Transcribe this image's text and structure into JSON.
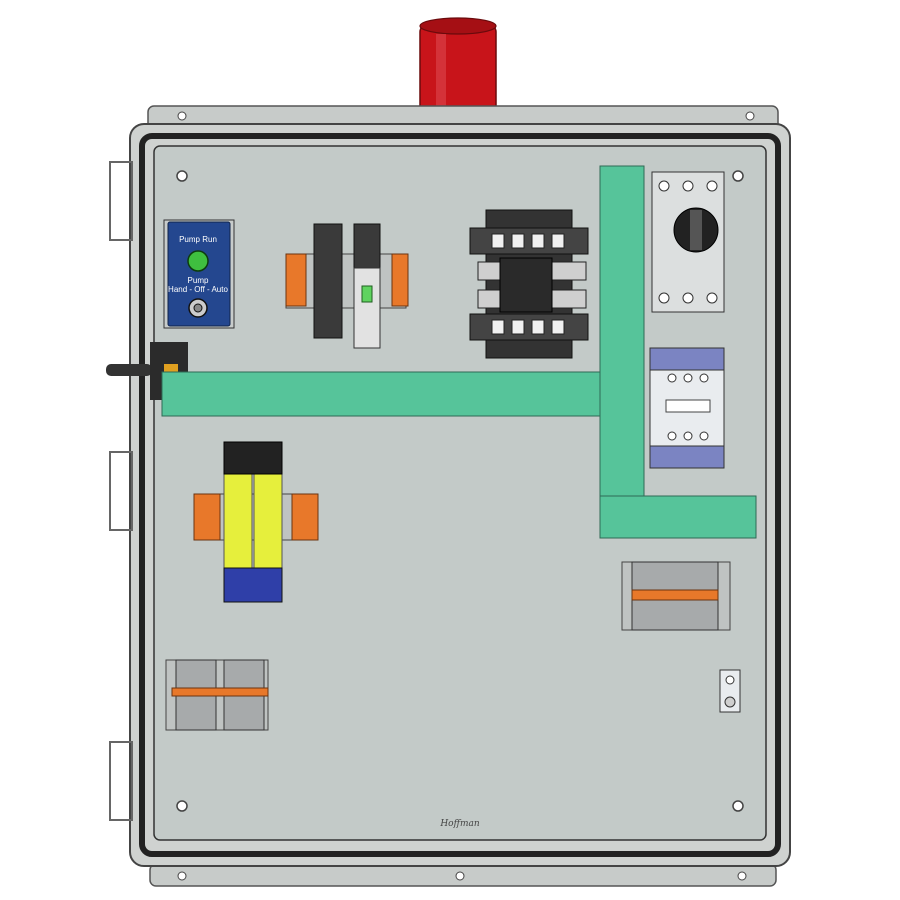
{
  "switch_plate": {
    "run_label": "Pump Run",
    "pump_label": "Pump",
    "mode_label": "Hand - Off - Auto",
    "indicator_color": "#3fbf3f",
    "plate_color": "#24478f"
  },
  "enclosure_brand": "Hoffman",
  "colors": {
    "enclosure": "#cfd2d0",
    "backplate": "#c3cac8",
    "wire_duct": "#56c49a",
    "beacon": "#c8141a",
    "rail_mount": "#e8782a",
    "relay_body": "#e6ef3c",
    "contactor_face": "#e9ecef",
    "contactor_terminal": "#7b84c2"
  },
  "components": [
    "alarm-beacon",
    "hand-off-auto-switch",
    "terminal-relay-module",
    "control-transformer",
    "motor-protector",
    "contactor",
    "dual-relay-module",
    "terminal-block-right",
    "terminal-block-left",
    "ground-lug"
  ]
}
